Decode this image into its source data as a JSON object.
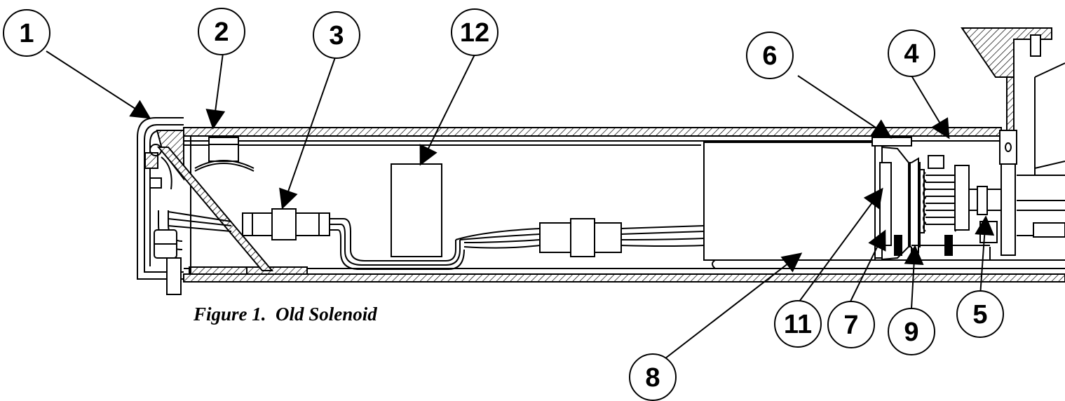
{
  "figure": {
    "caption": "Figure 1.  Old Solenoid"
  },
  "callouts": [
    {
      "id": "c1",
      "label": "1"
    },
    {
      "id": "c2",
      "label": "2"
    },
    {
      "id": "c3",
      "label": "3"
    },
    {
      "id": "c12",
      "label": "12"
    },
    {
      "id": "c6",
      "label": "6"
    },
    {
      "id": "c4",
      "label": "4"
    },
    {
      "id": "c8",
      "label": "8"
    },
    {
      "id": "c11",
      "label": "11"
    },
    {
      "id": "c7",
      "label": "7"
    },
    {
      "id": "c9",
      "label": "9"
    },
    {
      "id": "c5",
      "label": "5"
    }
  ],
  "colors": {
    "ink": "#000000",
    "paper": "#ffffff"
  }
}
